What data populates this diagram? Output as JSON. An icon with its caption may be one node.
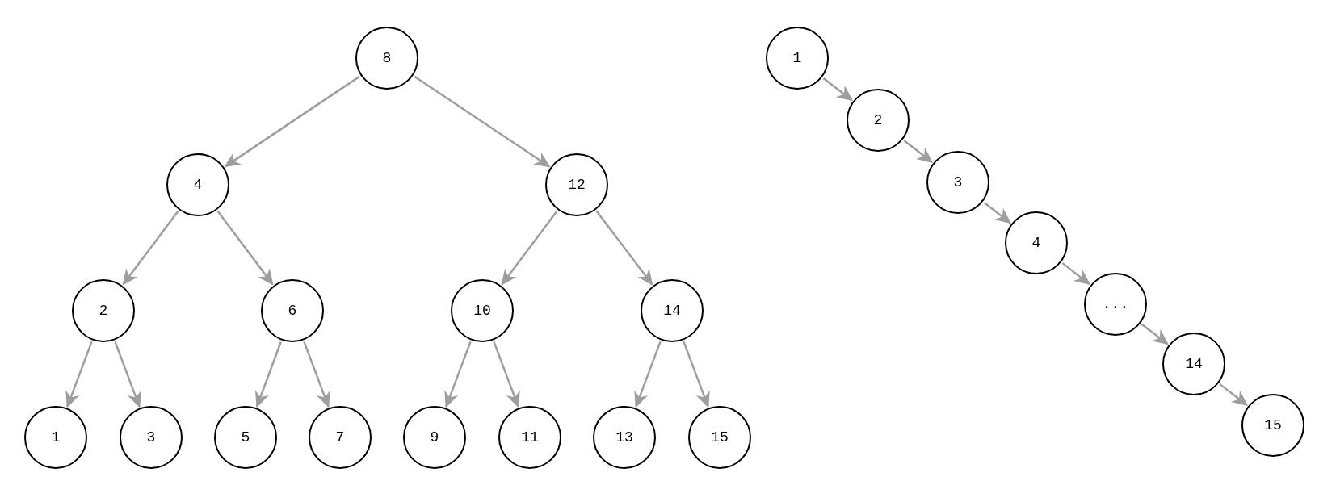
{
  "diagram": {
    "nodes": [
      {
        "text": [
          "8"
        ]
      },
      {
        "text": [
          "4"
        ]
      },
      {
        "text": [
          "12"
        ]
      },
      {
        "text": [
          "2"
        ]
      },
      {
        "text": [
          "6"
        ]
      },
      {
        "text": [
          "10"
        ]
      },
      {
        "text": [
          "14"
        ]
      },
      {
        "text": [
          "1"
        ]
      },
      {
        "text": [
          "3"
        ]
      },
      {
        "text": [
          "5"
        ]
      },
      {
        "text": [
          "7"
        ]
      },
      {
        "text": [
          "9"
        ]
      },
      {
        "text": [
          "11"
        ]
      },
      {
        "text": [
          "13"
        ]
      },
      {
        "text": [
          "15"
        ]
      },
      {
        "text": [
          "1"
        ]
      },
      {
        "text": [
          "2"
        ]
      },
      {
        "text": [
          "3"
        ]
      },
      {
        "text": [
          "4"
        ]
      },
      {
        "text": [
          "..."
        ]
      },
      {
        "text": [
          "14"
        ]
      },
      {
        "text": [
          "15"
        ]
      }
    ],
    "edges": [
      {
        "from": 0,
        "to": 1,
        "arrow": "to"
      },
      {
        "from": 0,
        "to": 2,
        "arrow": "to"
      },
      {
        "from": 1,
        "to": 3,
        "arrow": "to"
      },
      {
        "from": 1,
        "to": 4,
        "arrow": "to"
      },
      {
        "from": 2,
        "to": 5,
        "arrow": "to"
      },
      {
        "from": 2,
        "to": 6,
        "arrow": "to"
      },
      {
        "from": 3,
        "to": 7,
        "arrow": "to"
      },
      {
        "from": 3,
        "to": 8,
        "arrow": "to"
      },
      {
        "from": 4,
        "to": 9,
        "arrow": "to"
      },
      {
        "from": 4,
        "to": 10,
        "arrow": "to"
      },
      {
        "from": 5,
        "to": 11,
        "arrow": "to"
      },
      {
        "from": 5,
        "to": 12,
        "arrow": "to"
      },
      {
        "from": 6,
        "to": 13,
        "arrow": "to"
      },
      {
        "from": 6,
        "to": 14,
        "arrow": "to"
      },
      {
        "from": 15,
        "to": 16,
        "arrow": "to"
      },
      {
        "from": 16,
        "to": 17,
        "arrow": "to"
      },
      {
        "from": 17,
        "to": 18,
        "arrow": "to"
      },
      {
        "from": 18,
        "to": 19,
        "arrow": "to"
      },
      {
        "from": 19,
        "to": 20,
        "arrow": "to"
      },
      {
        "from": 20,
        "to": 21,
        "arrow": "to"
      }
    ]
  }
}
